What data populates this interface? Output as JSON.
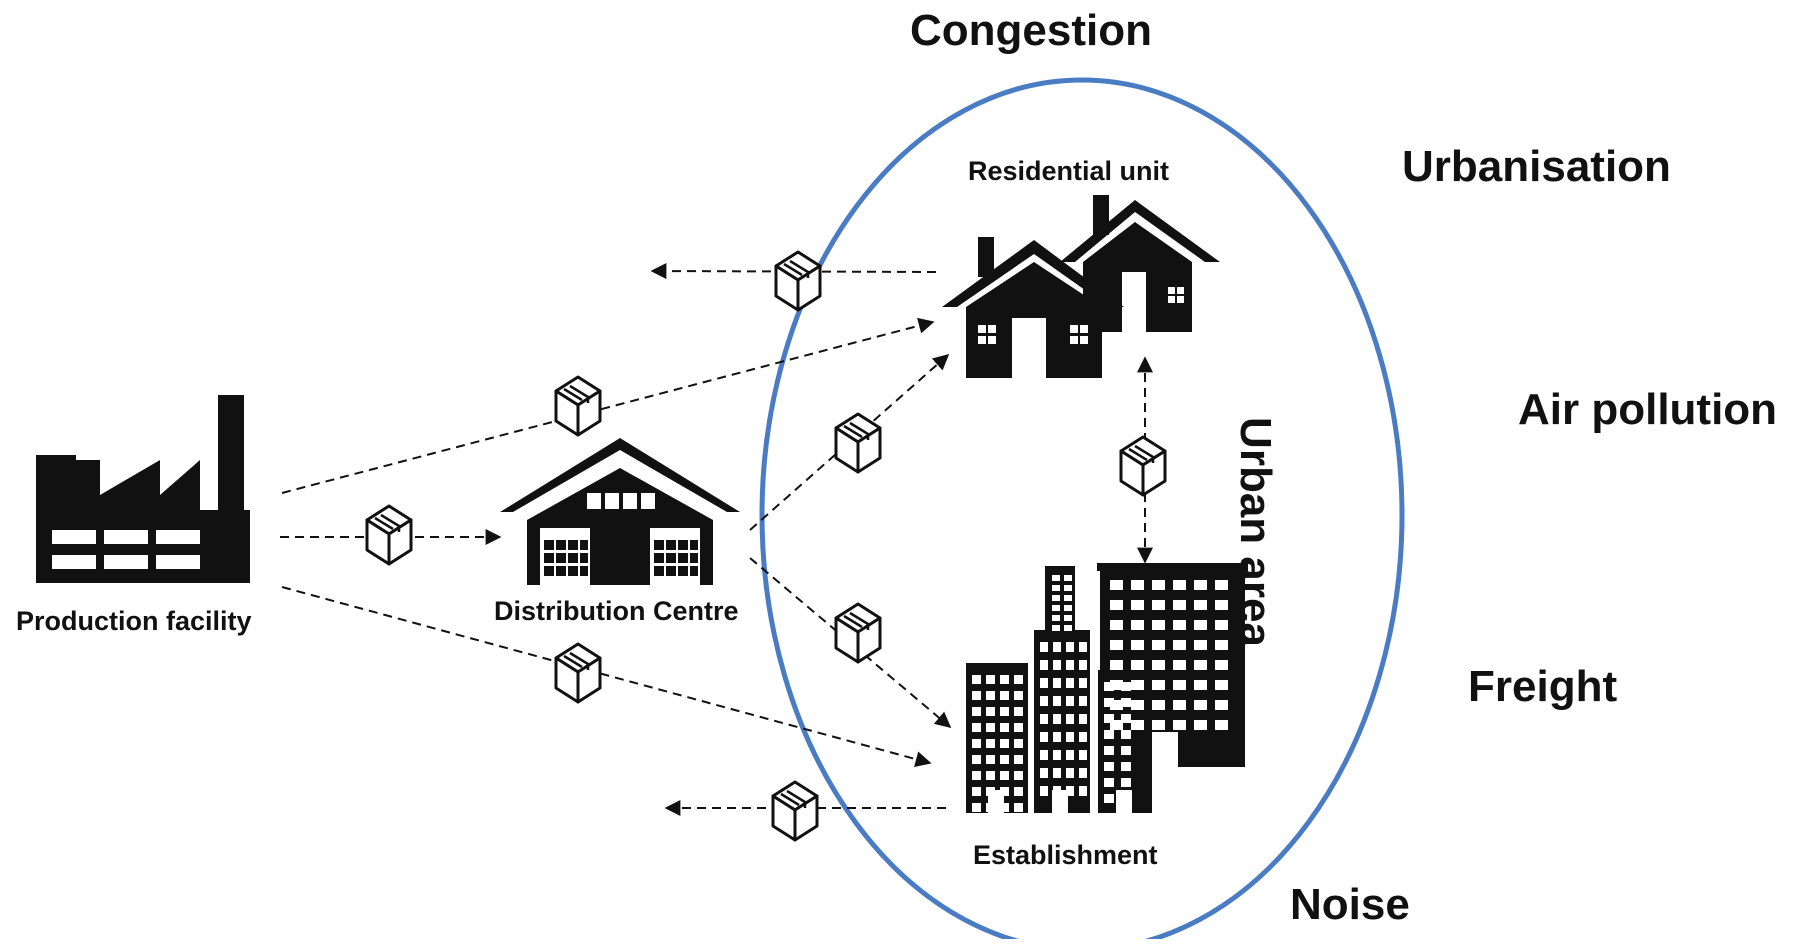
{
  "outer_terms": [
    "Congestion",
    "Urbanisation",
    "Air pollution",
    "Freight",
    "Noise"
  ],
  "nodes": {
    "production": "Production facility",
    "distribution": "Distribution Centre",
    "residential": "Residential unit",
    "establishment": "Establishment"
  },
  "region_label": "Urban area",
  "colors": {
    "ellipse": "#4a7cc4",
    "ink": "#111111"
  },
  "icons": [
    "factory-icon",
    "warehouse-icon",
    "houses-icon",
    "office-buildings-icon",
    "parcel-box-icon"
  ]
}
